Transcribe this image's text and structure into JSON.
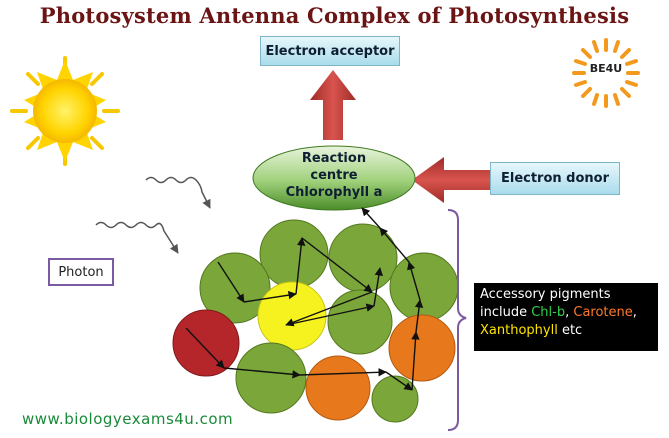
{
  "title": "Photosystem Antenna Complex of Photosynthesis",
  "electron_acceptor": "Electron acceptor",
  "electron_donor": "Electron donor",
  "reaction_centre": {
    "line1": "Reaction",
    "line2": "centre",
    "line3": "Chlorophyll a"
  },
  "photon": "Photon",
  "accessory": {
    "line1": "Accessory pigments",
    "line2_prefix": "include ",
    "chlb": "Chl-b",
    "sep1": ", ",
    "carotene": "Carotene",
    "sep2": ",",
    "xanthophyll": "Xanthophyll",
    "suffix": " etc"
  },
  "logo": "BE4U",
  "url": "www.biologyexams4u.com",
  "colors": {
    "title": "#6b1414",
    "green_pigment": "#7aa63a",
    "yellow_pigment": "#f5f21f",
    "orange_pigment": "#e8781c",
    "red_pigment": "#b5262a",
    "arrow_red": "#c83a36",
    "label_box": "#bde6f1"
  }
}
